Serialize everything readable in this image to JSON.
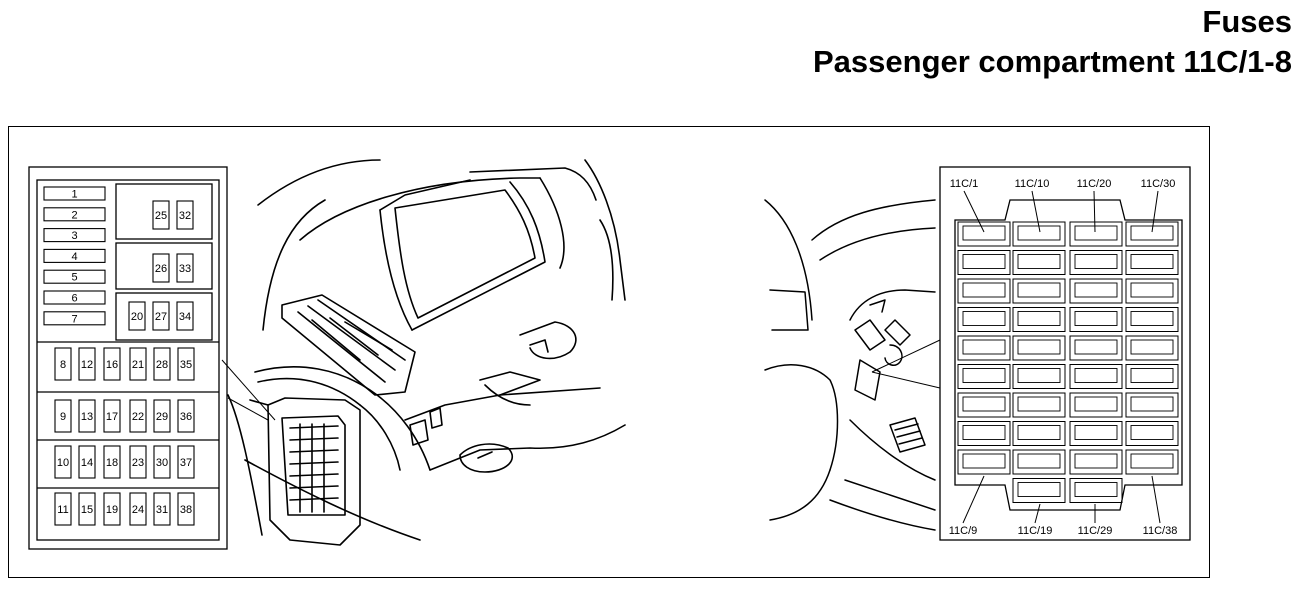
{
  "header": {
    "title": "Fuses",
    "subtitle": "Passenger compartment 11C/1-8"
  },
  "fuse_box": {
    "wide_fuses": [
      "1",
      "2",
      "3",
      "4",
      "5",
      "6",
      "7"
    ],
    "upper_blocks": [
      [
        "25",
        "32"
      ],
      [
        "26",
        "33"
      ],
      [
        "20",
        "27",
        "34"
      ]
    ],
    "rows": [
      [
        "8",
        "12",
        "16",
        "21",
        "28",
        "35"
      ],
      [
        "9",
        "13",
        "17",
        "22",
        "29",
        "36"
      ],
      [
        "10",
        "14",
        "18",
        "23",
        "30",
        "37"
      ],
      [
        "11",
        "15",
        "19",
        "24",
        "31",
        "38"
      ]
    ]
  },
  "fuse_panel_labels": {
    "top": [
      "11C/1",
      "11C/10",
      "11C/20",
      "11C/30"
    ],
    "bottom": [
      "11C/9",
      "11C/19",
      "11C/29",
      "11C/38"
    ]
  }
}
